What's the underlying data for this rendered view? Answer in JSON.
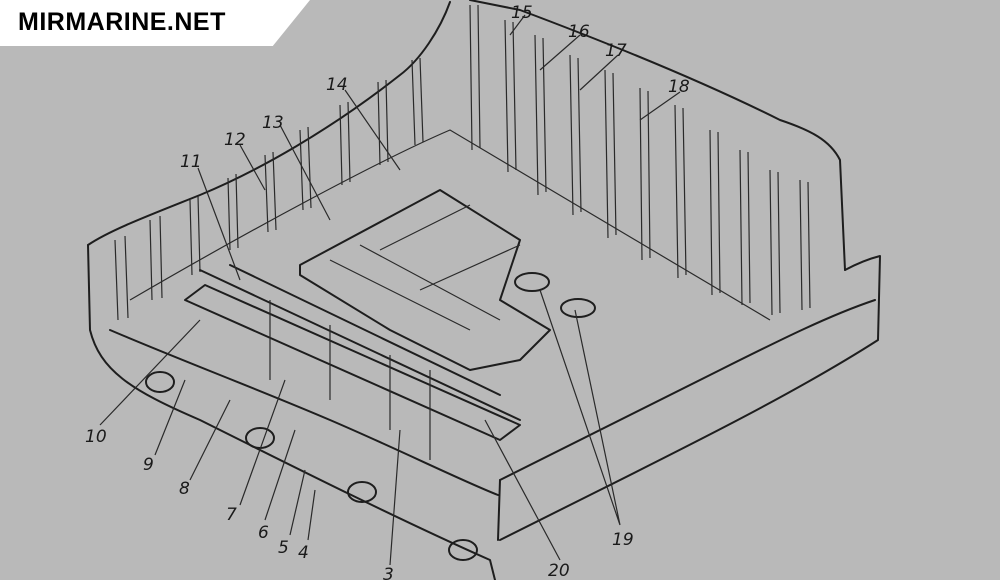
{
  "logo": {
    "text": "MIRMARINE.NET"
  },
  "diagram": {
    "labels": {
      "n3": "3",
      "n4": "4",
      "n5": "5",
      "n6": "6",
      "n7": "7",
      "n8": "8",
      "n9": "9",
      "n10": "10",
      "n11": "11",
      "n12": "12",
      "n13": "13",
      "n14": "14",
      "n15": "15",
      "n16": "16",
      "n17": "17",
      "n18": "18",
      "n19": "19",
      "n20": "20"
    }
  }
}
